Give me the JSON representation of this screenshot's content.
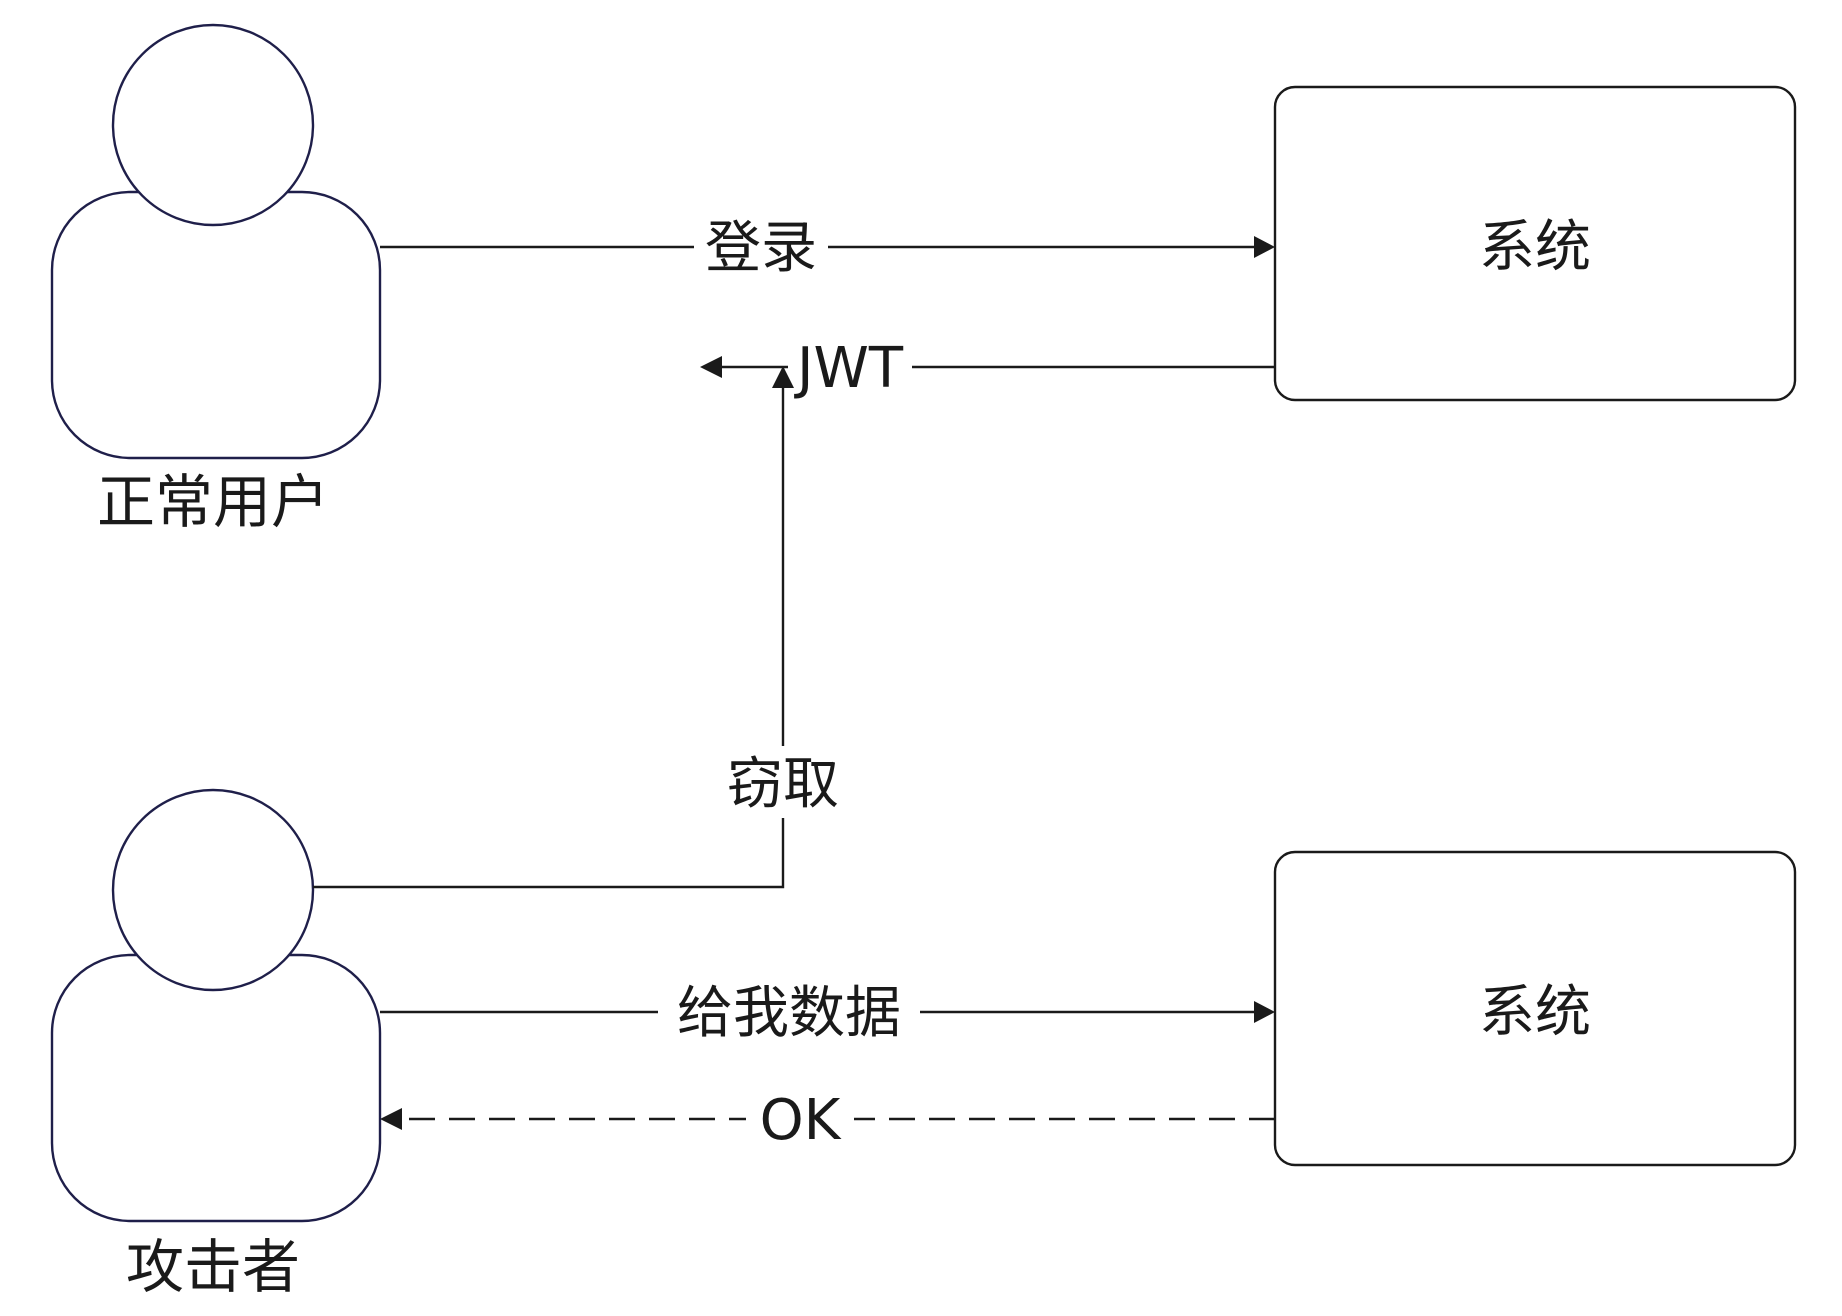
{
  "actors": [
    {
      "id": "normal-user",
      "label": "正常用户"
    },
    {
      "id": "attacker",
      "label": "攻击者"
    }
  ],
  "systems": [
    {
      "id": "system-top",
      "label": "系统"
    },
    {
      "id": "system-bottom",
      "label": "系统"
    }
  ],
  "edges": [
    {
      "id": "login",
      "label": "登录",
      "from": "normal-user",
      "to": "system-top",
      "style": "solid"
    },
    {
      "id": "jwt",
      "label": "JWT",
      "from": "system-top",
      "to": "normal-user",
      "style": "solid"
    },
    {
      "id": "steal",
      "label": "窃取",
      "from": "attacker",
      "to": "jwt",
      "style": "solid"
    },
    {
      "id": "give-data",
      "label": "给我数据",
      "from": "attacker",
      "to": "system-bottom",
      "style": "solid"
    },
    {
      "id": "ok",
      "label": "OK",
      "from": "system-bottom",
      "to": "attacker",
      "style": "dashed"
    }
  ],
  "colors": {
    "stroke": "#1a1a1a",
    "actor_stroke": "#1f1f4a",
    "background": "#ffffff"
  }
}
